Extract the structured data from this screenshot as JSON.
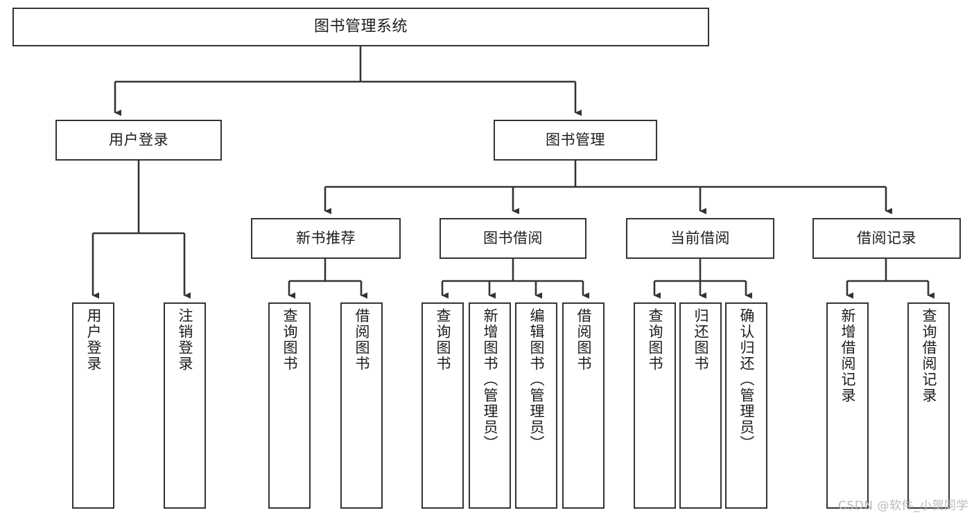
{
  "diagram": {
    "type": "tree",
    "title": "图书管理系统",
    "orientation": "top-down",
    "colors": {
      "box_border": "#333333",
      "box_fill": "#ffffff",
      "edge": "#333333",
      "text": "#1c1c1c",
      "watermark": "#b9b9b9"
    },
    "root": {
      "label": "图书管理系统"
    },
    "level1": [
      {
        "label": "用户登录"
      },
      {
        "label": "图书管理"
      }
    ],
    "level2": [
      {
        "label": "新书推荐"
      },
      {
        "label": "图书借阅"
      },
      {
        "label": "当前借阅"
      },
      {
        "label": "借阅记录"
      }
    ],
    "leaves": {
      "user_login": [
        {
          "label": "用户登录"
        },
        {
          "label": "注销登录"
        }
      ],
      "new_book_recommend": [
        {
          "label": "查询图书"
        },
        {
          "label": "借阅图书"
        }
      ],
      "book_borrow": [
        {
          "label": "查询图书"
        },
        {
          "label": "新增图书（管理员）"
        },
        {
          "label": "编辑图书（管理员）"
        },
        {
          "label": "借阅图书"
        }
      ],
      "current_borrow": [
        {
          "label": "查询图书"
        },
        {
          "label": "归还图书"
        },
        {
          "label": "确认归还（管理员）"
        }
      ],
      "borrow_record": [
        {
          "label": "新增借阅记录"
        },
        {
          "label": "查询借阅记录"
        }
      ]
    },
    "watermark": "CSDN @软件_小贺同学"
  }
}
